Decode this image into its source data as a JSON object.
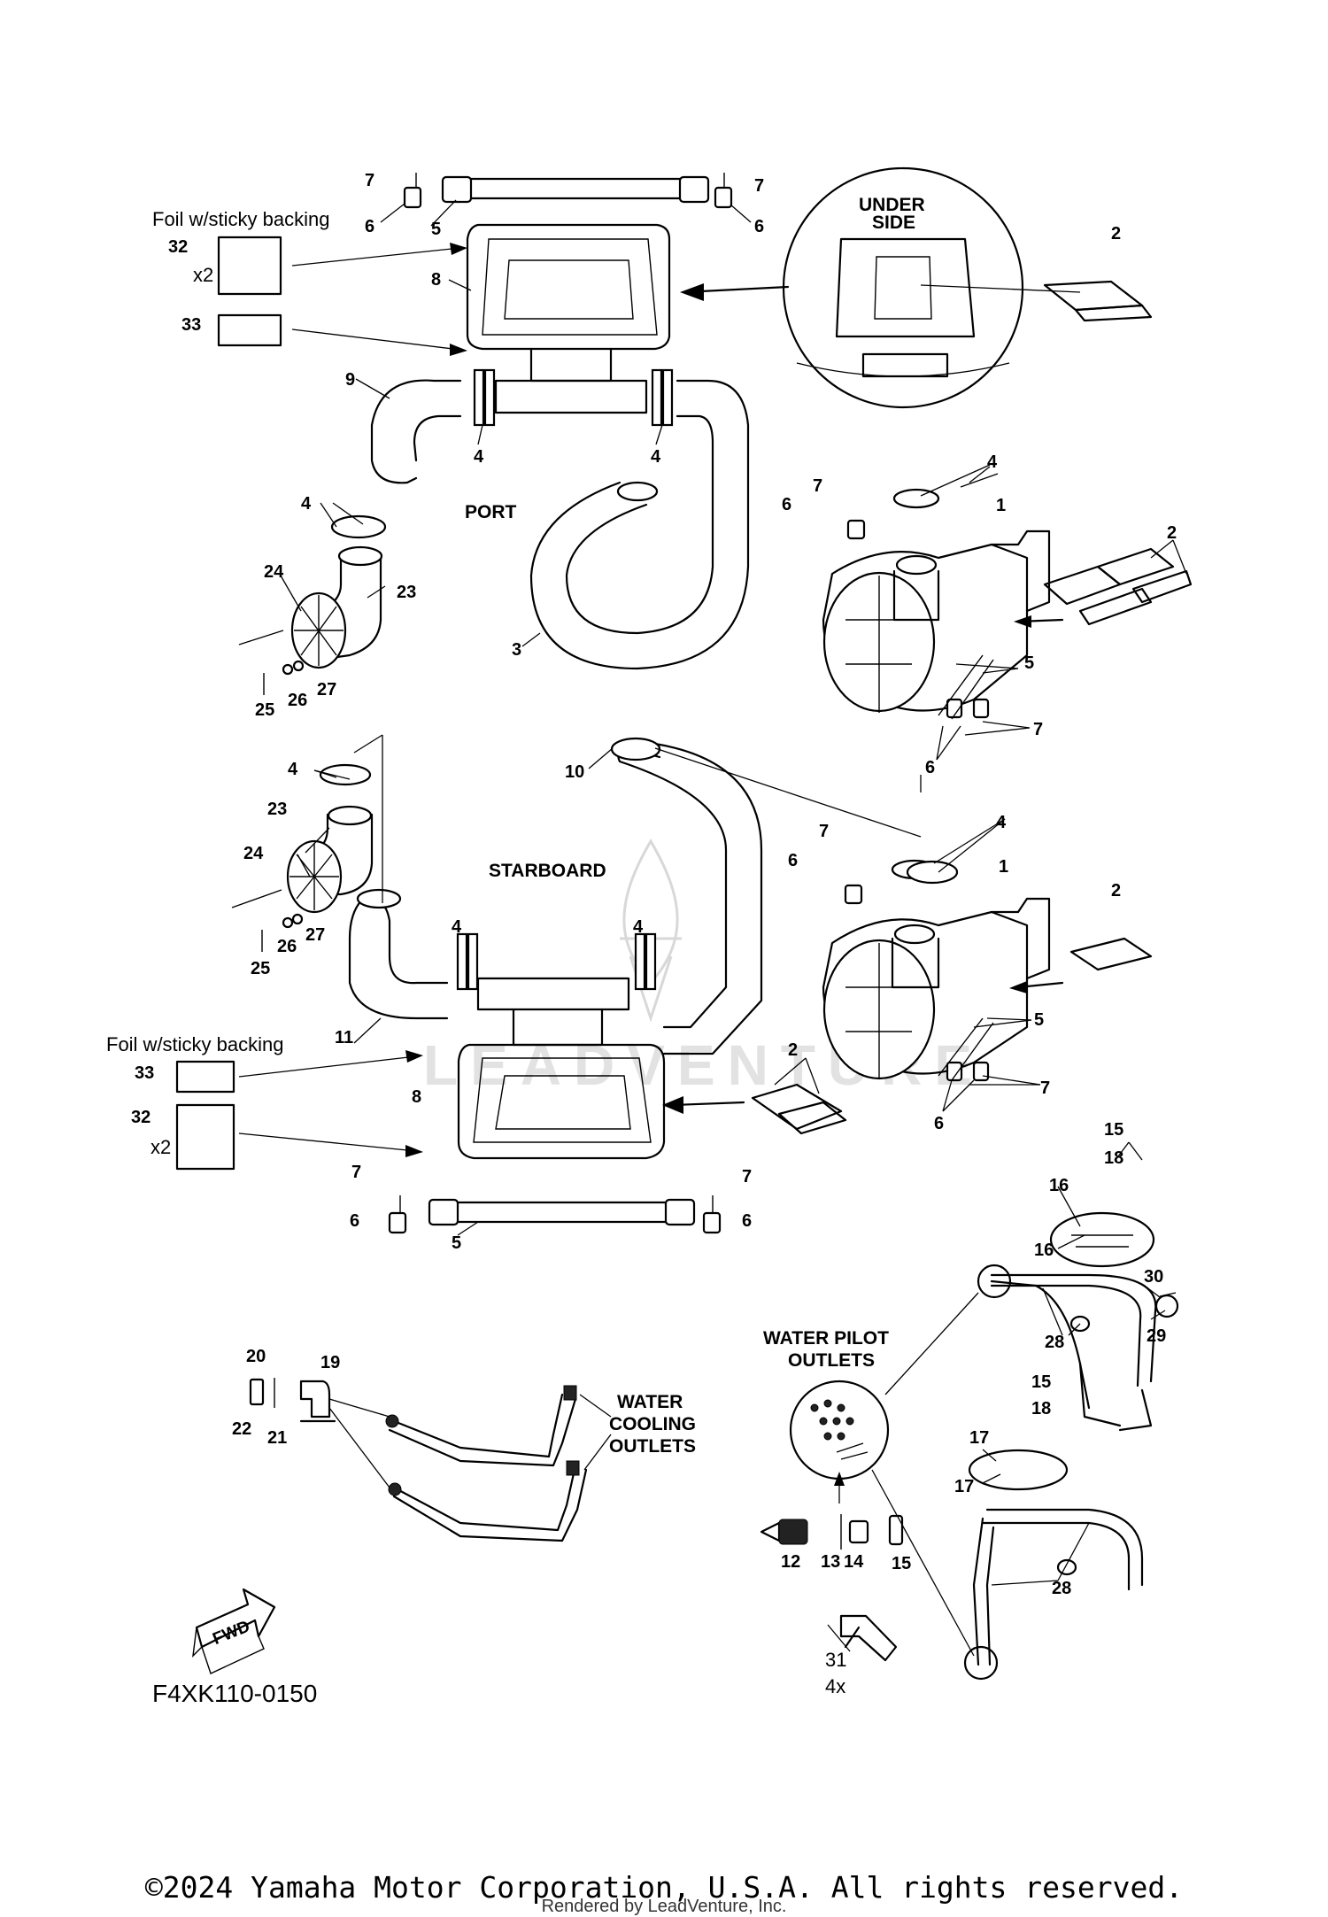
{
  "diagram": {
    "drawing_code": "F4XK110-0150",
    "notes": {
      "foil_top": "Foil w/sticky backing",
      "foil_bottom": "Foil w/sticky backing"
    },
    "labels": {
      "under_side": "UNDER",
      "under_side_2": "SIDE",
      "port": "PORT",
      "starboard": "STARBOARD",
      "water_pilot": "WATER PILOT",
      "water_pilot_2": "OUTLETS",
      "water_cooling": "WATER",
      "water_cooling_2": "COOLING",
      "water_cooling_3": "OUTLETS",
      "fwd": "FWD",
      "qty_x2": "x2",
      "qty_4x": "4x"
    },
    "callouts": [
      "1",
      "2",
      "3",
      "4",
      "5",
      "6",
      "7",
      "8",
      "9",
      "10",
      "11",
      "12",
      "13",
      "14",
      "15",
      "16",
      "17",
      "18",
      "19",
      "20",
      "21",
      "22",
      "23",
      "24",
      "25",
      "26",
      "27",
      "28",
      "29",
      "30",
      "31",
      "32",
      "33"
    ],
    "watermark": "LEADVENTURE"
  },
  "footer": {
    "copyright": "©2024 Yamaha Motor Corporation, U.S.A. All rights reserved.",
    "rendered_by": "Rendered by LeadVenture, Inc."
  }
}
